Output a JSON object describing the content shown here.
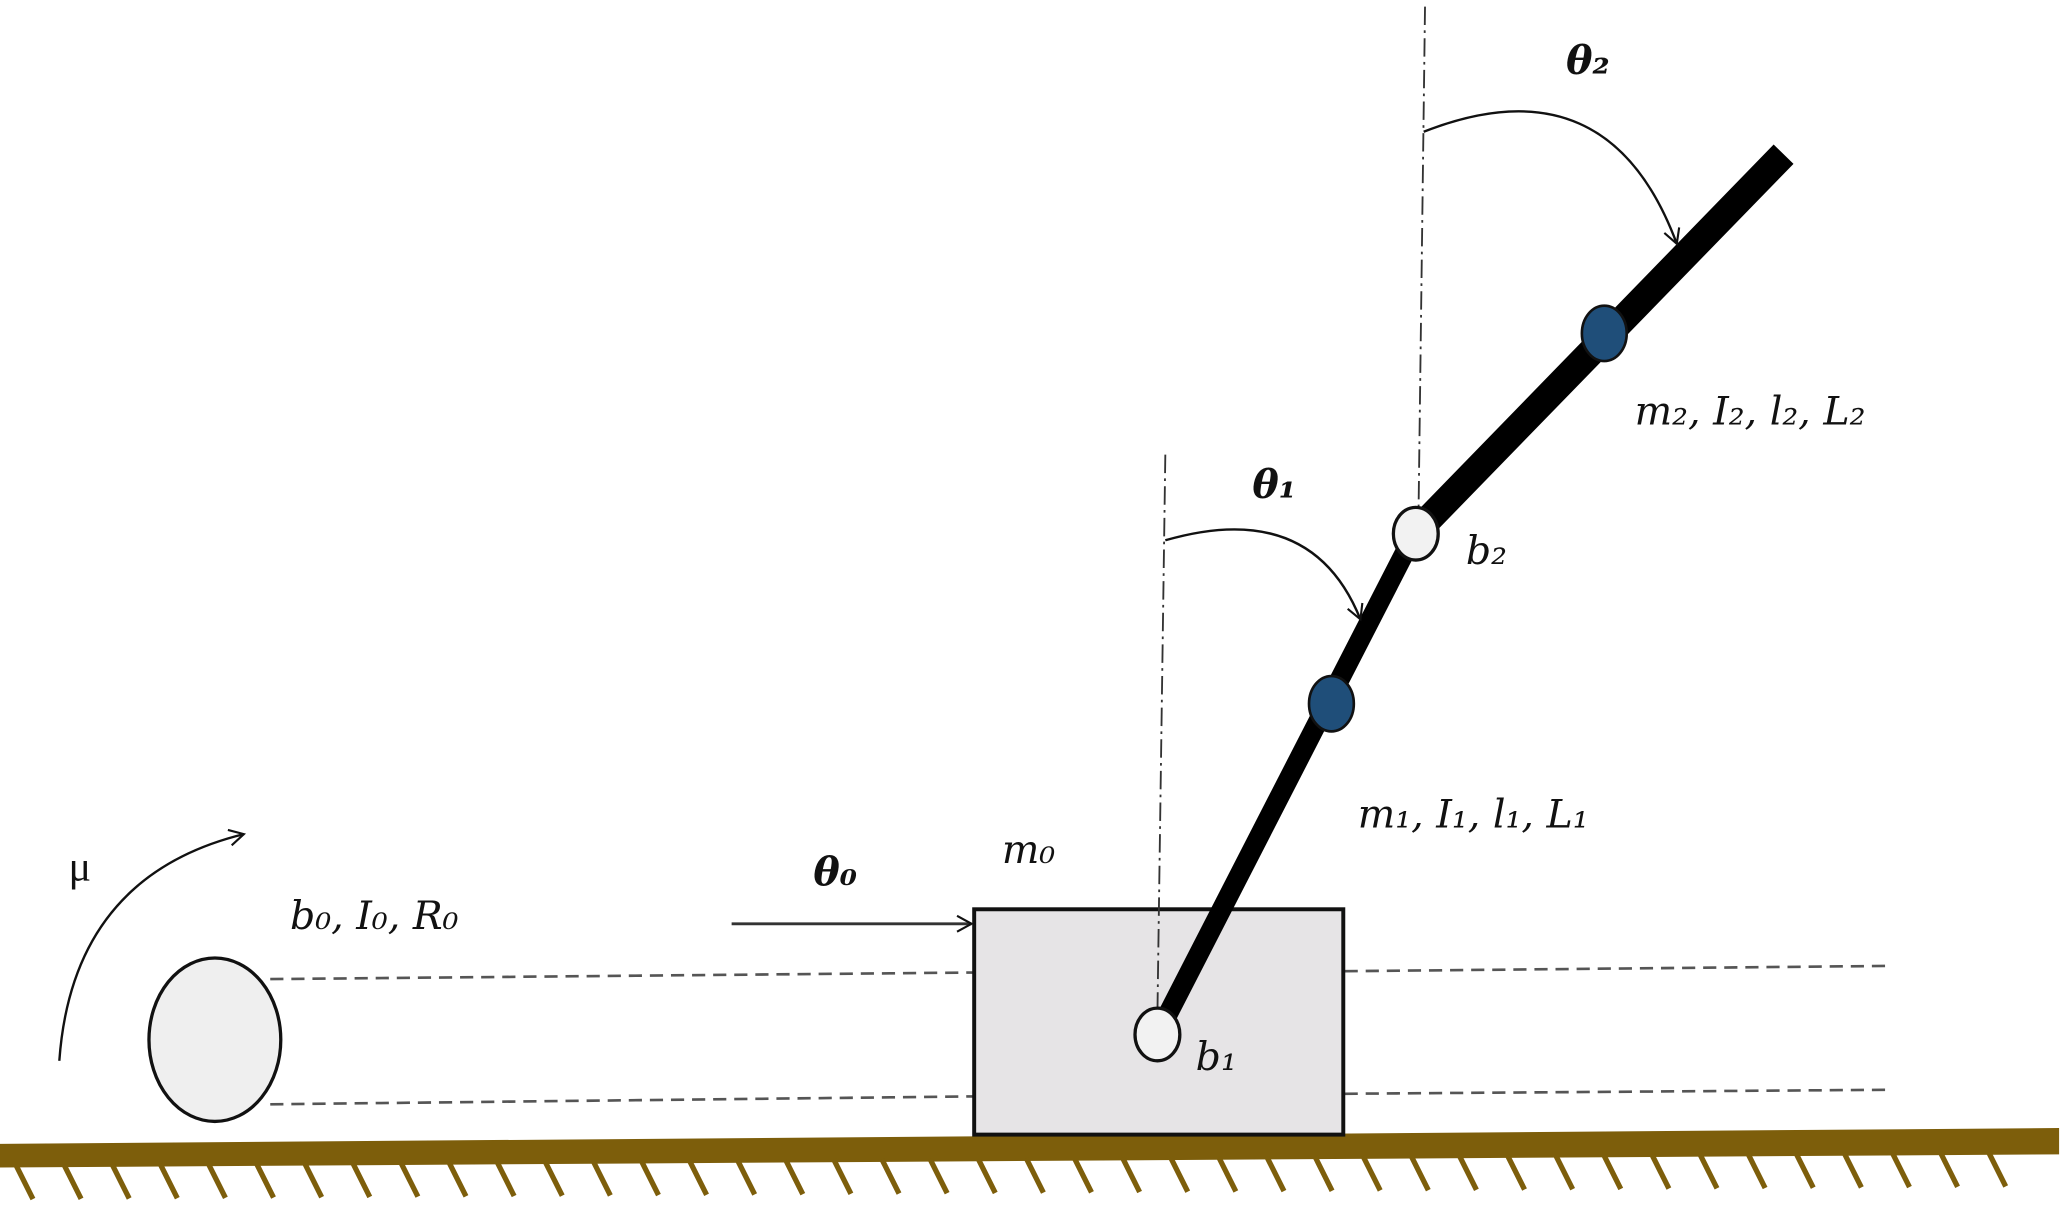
{
  "labels": {
    "mu": "μ",
    "wheel": "b₀, I₀, R₀",
    "theta0": "θ₀",
    "m0": "m₀",
    "theta1": "θ₁",
    "theta2": "θ₂",
    "link1": "m₁, I₁, l₁, L₁",
    "link2": "m₂, I₂, l₂, L₂",
    "b1": "b₁",
    "b2": "b₂"
  },
  "colors": {
    "ground": "#7d5e0b",
    "box": "#e6e4e6",
    "wheel": "#efefef",
    "mass": "#1f4e79",
    "link": "#000000"
  }
}
